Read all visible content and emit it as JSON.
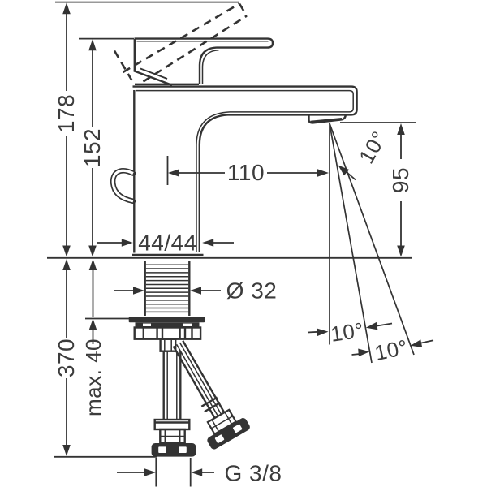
{
  "drawing": {
    "line_color": "#333333",
    "text_color": "#3c3c3c",
    "background_color": "#ffffff",
    "dimensions": {
      "overall_height": "178",
      "body_height": "152",
      "spout_reach": "110",
      "spout_height": "95",
      "base_width": "44/44",
      "shank_diameter": "Ø 32",
      "max_counter_thickness": "max. 40",
      "hose_drop": "370",
      "connection_thread": "G 3/8",
      "outlet_angle": "10°",
      "spray_angle_inner": "10°",
      "spray_angle_outer": "10°"
    }
  }
}
